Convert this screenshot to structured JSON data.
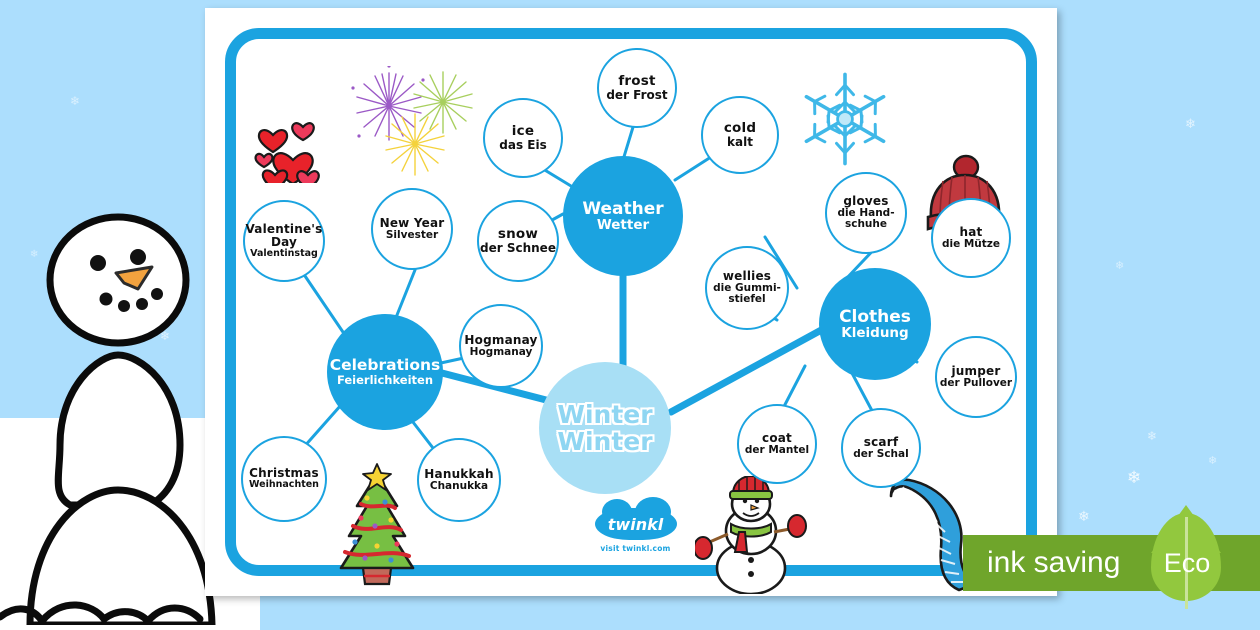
{
  "poster": {
    "title_en": "Winter",
    "title_de": "Winter",
    "language_pair": "English / German"
  },
  "center": {
    "en": "Winter",
    "de": "Winter"
  },
  "branches": [
    {
      "key": "weather",
      "hub": {
        "en": "Weather",
        "de": "Wetter"
      },
      "leaves": [
        {
          "en": "frost",
          "de": "der Frost"
        },
        {
          "en": "ice",
          "de": "das Eis"
        },
        {
          "en": "cold",
          "de": "kalt"
        },
        {
          "en": "snow",
          "de": "der Schnee"
        }
      ]
    },
    {
      "key": "clothes",
      "hub": {
        "en": "Clothes",
        "de": "Kleidung"
      },
      "leaves": [
        {
          "en": "gloves",
          "de": "die Hand-schuhe"
        },
        {
          "en": "hat",
          "de": "die Mütze"
        },
        {
          "en": "wellies",
          "de": "die Gummi-stiefel"
        },
        {
          "en": "jumper",
          "de": "der Pullover"
        },
        {
          "en": "coat",
          "de": "der Mantel"
        },
        {
          "en": "scarf",
          "de": "der Schal"
        }
      ]
    },
    {
      "key": "celebrations",
      "hub": {
        "en": "Celebrations",
        "de": "Feierlichkeiten"
      },
      "leaves": [
        {
          "en": "Valentine's Day",
          "de": "Valentinstag"
        },
        {
          "en": "New Year",
          "de": "Silvester"
        },
        {
          "en": "Hogmanay",
          "de": "Hogmanay"
        },
        {
          "en": "Christmas",
          "de": "Weihnachten"
        },
        {
          "en": "Hanukkah",
          "de": "Chanukka"
        }
      ]
    }
  ],
  "nodes": {
    "weather_hub": {
      "en": "Weather",
      "de": "Wetter"
    },
    "clothes_hub": {
      "en": "Clothes",
      "de": "Kleidung"
    },
    "celebrations_hub": {
      "en": "Celebrations",
      "de": "Feierlichkeiten"
    },
    "frost": {
      "en": "frost",
      "de": "der Frost"
    },
    "ice": {
      "en": "ice",
      "de": "das Eis"
    },
    "cold": {
      "en": "cold",
      "de": "kalt"
    },
    "snow": {
      "en": "snow",
      "de": "der Schnee"
    },
    "gloves": {
      "en": "gloves",
      "de1": "die Hand-",
      "de2": "schuhe"
    },
    "hat": {
      "en": "hat",
      "de": "die Mütze"
    },
    "wellies": {
      "en": "wellies",
      "de1": "die Gummi-",
      "de2": "stiefel"
    },
    "jumper": {
      "en": "jumper",
      "de": "der Pullover"
    },
    "coat": {
      "en": "coat",
      "de": "der Mantel"
    },
    "scarf": {
      "en": "scarf",
      "de": "der Schal"
    },
    "valentines": {
      "en1": "Valentine's",
      "en2": "Day",
      "de": "Valentinstag"
    },
    "new_year": {
      "en": "New Year",
      "de": "Silvester"
    },
    "hogmanay": {
      "en": "Hogmanay",
      "de": "Hogmanay"
    },
    "christmas": {
      "en": "Christmas",
      "de": "Weihnachten"
    },
    "hanukkah": {
      "en": "Hanukkah",
      "de": "Chanukka"
    }
  },
  "branding": {
    "logo_text": "twinkl",
    "logo_url_text": "visit twinkl.com"
  },
  "eco_badge": {
    "text": "ink saving",
    "leaf_text": "Eco"
  },
  "decorations": [
    {
      "name": "hearts-illustration"
    },
    {
      "name": "fireworks-illustration"
    },
    {
      "name": "snowflake-illustration"
    },
    {
      "name": "bobble-hat-illustration"
    },
    {
      "name": "christmas-tree-illustration"
    },
    {
      "name": "snowman-illustration"
    },
    {
      "name": "striped-scarf-illustration"
    },
    {
      "name": "background-snowman-illustration"
    }
  ],
  "colors": {
    "hub_blue": "#1BA3E0",
    "center_blue": "#A8DFF5",
    "page_white": "#FFFFFF",
    "sky_blue": "#ACDEFD",
    "eco_green": "#6FA52B",
    "leaf_green": "#92C83E",
    "heart_red": "#E8222A",
    "tree_green": "#77BF43",
    "hat_red": "#C1393F"
  }
}
